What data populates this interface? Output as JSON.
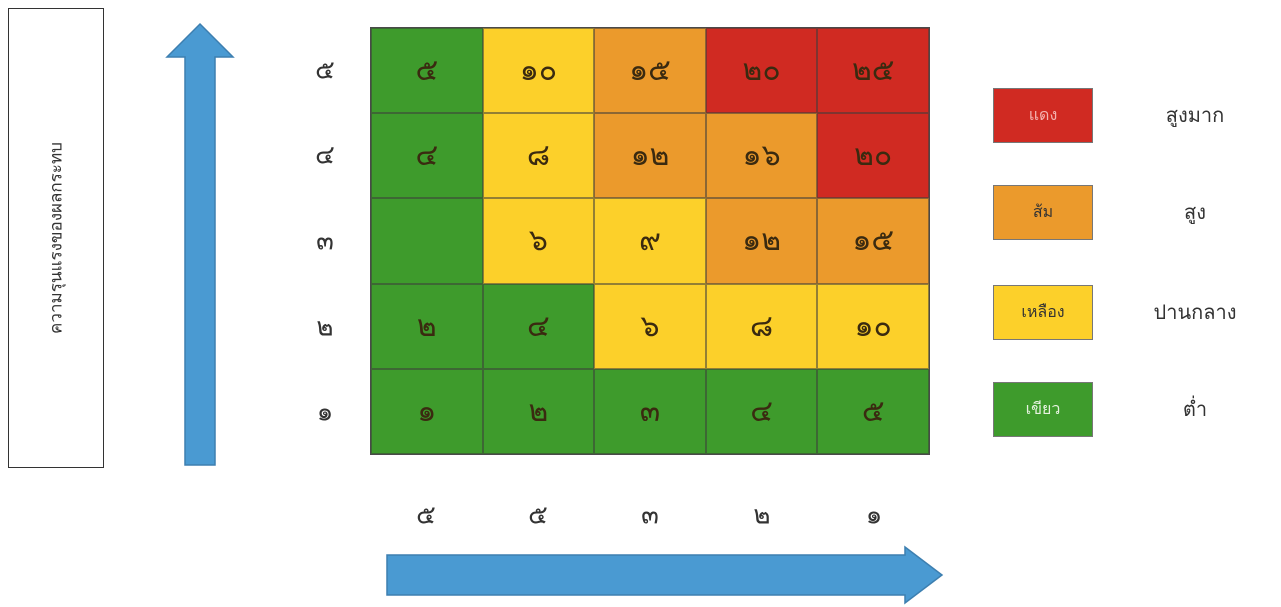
{
  "y_axis_label": "ความรุนแรงของผลกระทบ",
  "y_ticks": [
    "๕",
    "๔",
    "๓",
    "๒",
    "๑"
  ],
  "x_ticks": [
    "๕",
    "๕",
    "๓",
    "๒",
    "๑"
  ],
  "colors": {
    "red": "#d02a22",
    "orange": "#eb9a2c",
    "yellow": "#fcd02a",
    "green": "#3e9b2c",
    "arrow": "#4a9ad2"
  },
  "matrix": {
    "rows": [
      {
        "cells": [
          {
            "value": "๕",
            "color": "green"
          },
          {
            "value": "๑๐",
            "color": "yellow"
          },
          {
            "value": "๑๕",
            "color": "orange"
          },
          {
            "value": "๒๐",
            "color": "red"
          },
          {
            "value": "๒๕",
            "color": "red"
          }
        ]
      },
      {
        "cells": [
          {
            "value": "๔",
            "color": "green"
          },
          {
            "value": "๘",
            "color": "yellow"
          },
          {
            "value": "๑๒",
            "color": "orange"
          },
          {
            "value": "๑๖",
            "color": "orange"
          },
          {
            "value": "๒๐",
            "color": "red"
          }
        ]
      },
      {
        "cells": [
          {
            "value": "",
            "color": "green"
          },
          {
            "value": "๖",
            "color": "yellow"
          },
          {
            "value": "๙",
            "color": "yellow"
          },
          {
            "value": "๑๒",
            "color": "orange"
          },
          {
            "value": "๑๕",
            "color": "orange"
          }
        ]
      },
      {
        "cells": [
          {
            "value": "๒",
            "color": "green"
          },
          {
            "value": "๔",
            "color": "green"
          },
          {
            "value": "๖",
            "color": "yellow"
          },
          {
            "value": "๘",
            "color": "yellow"
          },
          {
            "value": "๑๐",
            "color": "yellow"
          }
        ]
      },
      {
        "cells": [
          {
            "value": "๑",
            "color": "green"
          },
          {
            "value": "๒",
            "color": "green"
          },
          {
            "value": "๓",
            "color": "green"
          },
          {
            "value": "๔",
            "color": "green"
          },
          {
            "value": "๕",
            "color": "green"
          }
        ]
      }
    ]
  },
  "legend": [
    {
      "swatch": "แดง",
      "label": "สูงมาก",
      "color": "red",
      "text_color": "#f3b3b0"
    },
    {
      "swatch": "ส้ม",
      "label": "สูง",
      "color": "orange",
      "text_color": "#333333"
    },
    {
      "swatch": "เหลือง",
      "label": "ปานกลาง",
      "color": "yellow",
      "text_color": "#333333"
    },
    {
      "swatch": "เขียว",
      "label": "ต่ำ",
      "color": "green",
      "text_color": "#e6f2e0"
    }
  ]
}
